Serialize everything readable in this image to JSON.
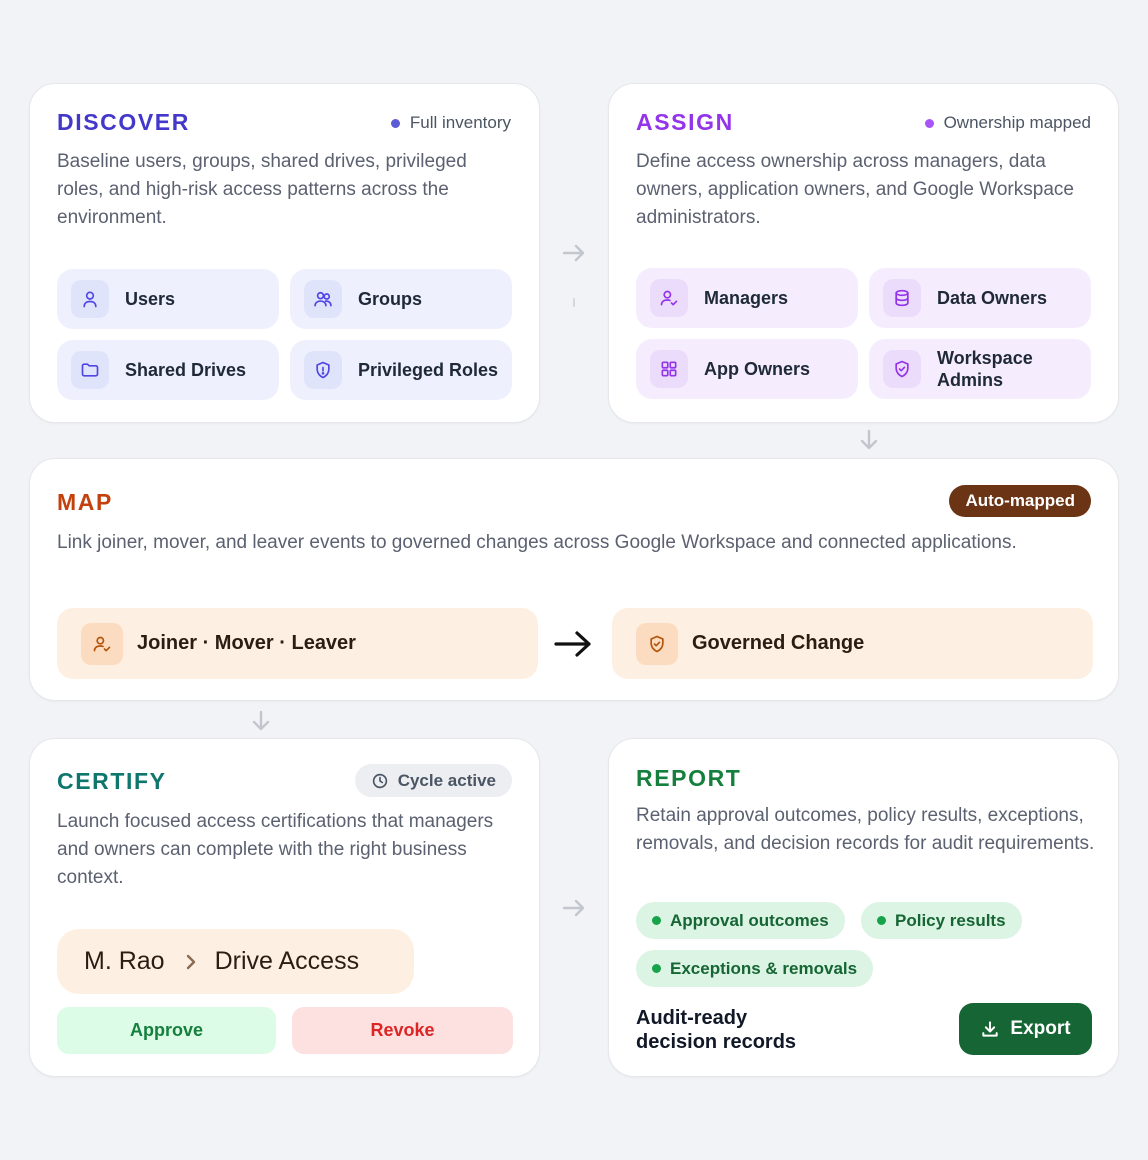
{
  "discover": {
    "title": "DISCOVER",
    "status": "Full inventory",
    "description": "Baseline users, groups, shared drives, privileged roles, and high-risk access patterns across the environment.",
    "tiles": [
      "Users",
      "Groups",
      "Shared Drives",
      "Privileged Roles"
    ],
    "accent": "#4338ca"
  },
  "assign": {
    "title": "ASSIGN",
    "status": "Ownership mapped",
    "description": "Define access ownership across managers, data owners, application owners, and Google Workspace administrators.",
    "tiles": [
      "Managers",
      "Data Owners",
      "App Owners",
      "Workspace Admins"
    ],
    "accent": "#9333ea"
  },
  "map": {
    "title": "MAP",
    "badge": "Auto-mapped",
    "description": "Link joiner, mover, and leaver events to governed changes across Google Workspace and connected applications.",
    "source": "Joiner · Mover · Leaver",
    "target": "Governed Change",
    "accent": "#c2410c"
  },
  "certify": {
    "title": "CERTIFY",
    "status": "Cycle active",
    "description": "Launch focused access certifications that managers and owners can complete with the right business context.",
    "review_user": "M. Rao",
    "review_item": "Drive Access",
    "approve_label": "Approve",
    "revoke_label": "Revoke",
    "accent": "#0f766e"
  },
  "report": {
    "title": "REPORT",
    "description": "Retain approval outcomes, policy results, exceptions, removals, and decision records for audit requirements.",
    "tags": [
      "Approval outcomes",
      "Policy results",
      "Exceptions & removals"
    ],
    "footer": "Audit-ready decision records",
    "export_label": "Export",
    "accent": "#15803d"
  },
  "icons": {
    "users": "user-icon",
    "groups": "users-group-icon",
    "shared_drives": "folder-icon",
    "privileged_roles": "shield-icon",
    "managers": "user-check-icon",
    "data_owners": "database-icon",
    "app_owners": "grid-icon",
    "workspace_admins": "shield-check-icon",
    "joiner": "user-check-icon",
    "governed": "shield-check-icon",
    "cycle": "clock-icon",
    "chevron": "chevron-right-icon",
    "export": "download-icon"
  }
}
